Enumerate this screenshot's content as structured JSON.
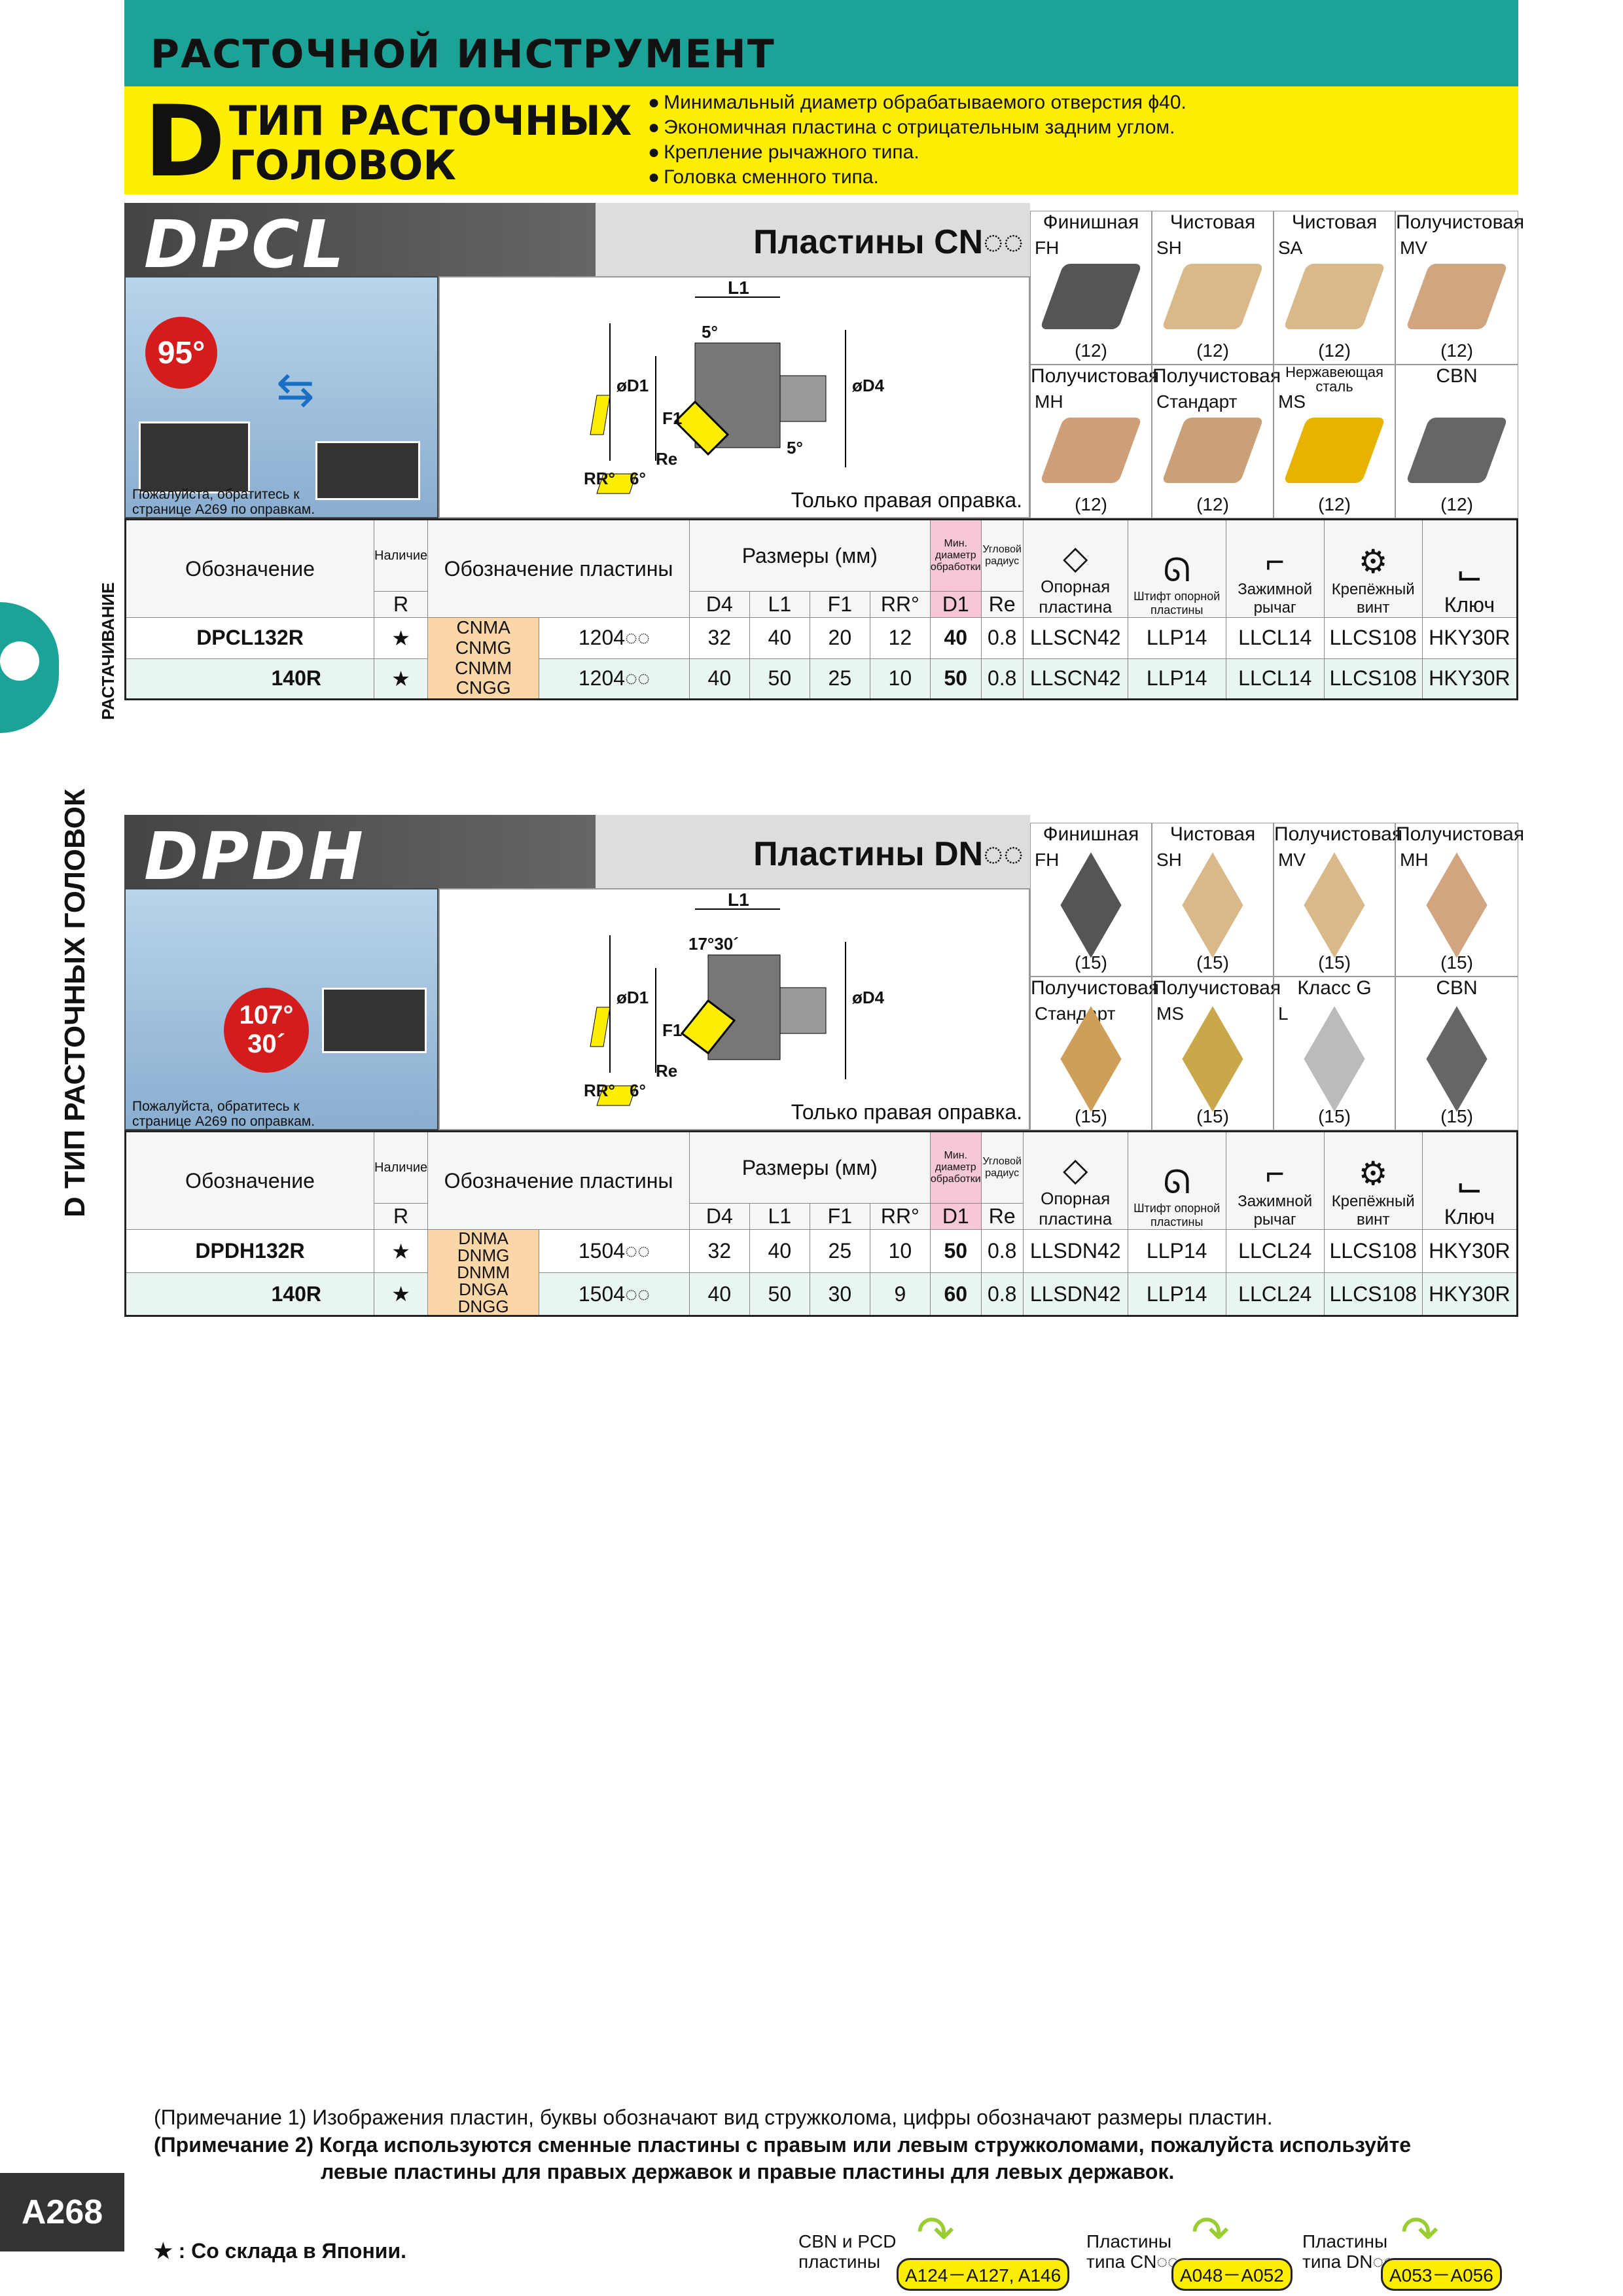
{
  "header": {
    "category": "РАСТОЧНОЙ ИНСТРУМЕНТ",
    "big_letter": "D",
    "title_line1": "ТИП РАСТОЧНЫХ",
    "title_line2": "ГОЛОВОК",
    "bullets": [
      "Минимальный диаметр обрабатываемого отверстия ϕ40.",
      "Экономичная пластина с отрицательным задним углом.",
      "Крепление рычажного типа.",
      "Головка сменного типа."
    ]
  },
  "side": {
    "main": "D ТИП РАСТОЧНЫХ ГОЛОВОК",
    "sub": "РАСТАЧИВАНИЕ"
  },
  "page_number": "A268",
  "sections": [
    {
      "name": "DPCL",
      "inserts_title": "Пластины CN◌◌",
      "angle": "95°",
      "note": "Пожалуйста, обратитесь к странице A269 по оправкам.",
      "right_only": "Только правая оправка.",
      "dims": {
        "l1": "L1",
        "d1": "øD1",
        "f1": "F1",
        "d4": "øD4",
        "a1": "5°",
        "a2": "5°",
        "re": "Re",
        "rr": "RR°",
        "deg6": "6°"
      },
      "inserts": [
        {
          "title": "Финишная",
          "code": "FH",
          "num": "(12)"
        },
        {
          "title": "Чистовая",
          "code": "SH",
          "num": "(12)"
        },
        {
          "title": "Чистовая",
          "code": "SA",
          "num": "(12)"
        },
        {
          "title": "Получистовая",
          "code": "MV",
          "num": "(12)"
        },
        {
          "title": "Получистовая",
          "code": "MH",
          "num": "(12)"
        },
        {
          "title": "Получистовая",
          "code": "Стандарт",
          "num": "(12)"
        },
        {
          "title": "Нержавеющая сталь",
          "code": "MS",
          "num": "(12)"
        },
        {
          "title": "CBN",
          "code": "",
          "num": "(12)"
        }
      ],
      "head": {
        "designation": "Обозначение",
        "avail": "Наличие",
        "r": "R",
        "insert": "Обозначение пластины",
        "dims": "Размеры (мм)",
        "d4": "D4",
        "l1": "L1",
        "f1": "F1",
        "rr": "RR°",
        "mindia": "Мин. диаметр обработки",
        "d1": "D1",
        "radius": "Угловой радиус",
        "re": "Re",
        "p1": "Опорная пластина",
        "p2": "Штифт опорной пластины",
        "p3": "Зажимной рычаг",
        "p4": "Крепёжный винт",
        "p5": "Ключ"
      },
      "insert_types": [
        "CNMA",
        "CNMG",
        "CNMM",
        "CNGG"
      ],
      "rows": [
        {
          "name": "DPCL132R",
          "star": "★",
          "ins": "1204◌◌",
          "d4": "32",
          "l1": "40",
          "f1": "20",
          "rr": "12",
          "d1": "40",
          "re": "0.8",
          "p1": "LLSCN42",
          "p2": "LLP14",
          "p3": "LLCL14",
          "p4": "LLCS108",
          "p5": "HKY30R"
        },
        {
          "name": "140R",
          "star": "★",
          "ins": "1204◌◌",
          "d4": "40",
          "l1": "50",
          "f1": "25",
          "rr": "10",
          "d1": "50",
          "re": "0.8",
          "p1": "LLSCN42",
          "p2": "LLP14",
          "p3": "LLCL14",
          "p4": "LLCS108",
          "p5": "HKY30R"
        }
      ]
    },
    {
      "name": "DPDH",
      "inserts_title": "Пластины DN◌◌",
      "angle1": "107°",
      "angle2": "30´",
      "note": "Пожалуйста, обратитесь к странице A269 по оправкам.",
      "right_only": "Только правая оправка.",
      "dims": {
        "l1": "L1",
        "d1": "øD1",
        "f1": "F1",
        "d4": "øD4",
        "a1": "17°30´",
        "re": "Re",
        "rr": "RR°",
        "deg6": "6°"
      },
      "inserts": [
        {
          "title": "Финишная",
          "code": "FH",
          "num": "(15)"
        },
        {
          "title": "Чистовая",
          "code": "SH",
          "num": "(15)"
        },
        {
          "title": "Получистовая",
          "code": "MV",
          "num": "(15)"
        },
        {
          "title": "Получистовая",
          "code": "MH",
          "num": "(15)"
        },
        {
          "title": "Получистовая",
          "code": "Стандарт",
          "num": "(15)"
        },
        {
          "title": "Получистовая",
          "code": "MS",
          "num": "(15)"
        },
        {
          "title": "Класс G",
          "code": "L",
          "num": "(15)"
        },
        {
          "title": "CBN",
          "code": "",
          "num": "(15)"
        }
      ],
      "head": {
        "designation": "Обозначение",
        "avail": "Наличие",
        "r": "R",
        "insert": "Обозначение пластины",
        "dims": "Размеры (мм)",
        "d4": "D4",
        "l1": "L1",
        "f1": "F1",
        "rr": "RR°",
        "mindia": "Мин. диаметр обработки",
        "d1": "D1",
        "radius": "Угловой радиус",
        "re": "Re",
        "p1": "Опорная пластина",
        "p2": "Штифт опорной пластины",
        "p3": "Зажимной рычаг",
        "p4": "Крепёжный винт",
        "p5": "Ключ"
      },
      "insert_types": [
        "DNMA",
        "DNMG",
        "DNMM",
        "DNGA",
        "DNGG"
      ],
      "rows": [
        {
          "name": "DPDH132R",
          "star": "★",
          "ins": "1504◌◌",
          "d4": "32",
          "l1": "40",
          "f1": "25",
          "rr": "10",
          "d1": "50",
          "re": "0.8",
          "p1": "LLSDN42",
          "p2": "LLP14",
          "p3": "LLCL24",
          "p4": "LLCS108",
          "p5": "HKY30R"
        },
        {
          "name": "140R",
          "star": "★",
          "ins": "1504◌◌",
          "d4": "40",
          "l1": "50",
          "f1": "30",
          "rr": "9",
          "d1": "60",
          "re": "0.8",
          "p1": "LLSDN42",
          "p2": "LLP14",
          "p3": "LLCL24",
          "p4": "LLCS108",
          "p5": "HKY30R"
        }
      ]
    }
  ],
  "footer": {
    "note1": "(Примечание 1) Изображения пластин, буквы обозначают вид стружколома, цифры обозначают размеры пластин.",
    "note2a": "(Примечание 2) Когда используются сменные пластины с правым или левым стружколомами, пожалуйста используйте",
    "note2b": "левые пластины для правых державок и правые пластины для левых державок.",
    "stock": "★ : Со склада в Японии.",
    "link1_label": "CBN и PCD пластины",
    "link1_ref": "A124－A127, A146",
    "link2_label": "Пластины типа CN◌◌",
    "link2_ref": "A048－A052",
    "link3_label": "Пластины типа DN◌◌",
    "link3_ref": "A053－A056"
  },
  "colors": {
    "accent": "#1aa396",
    "yellow": "#ffee00",
    "orange": "#fbd7a8",
    "pink": "#f6c7d8"
  }
}
